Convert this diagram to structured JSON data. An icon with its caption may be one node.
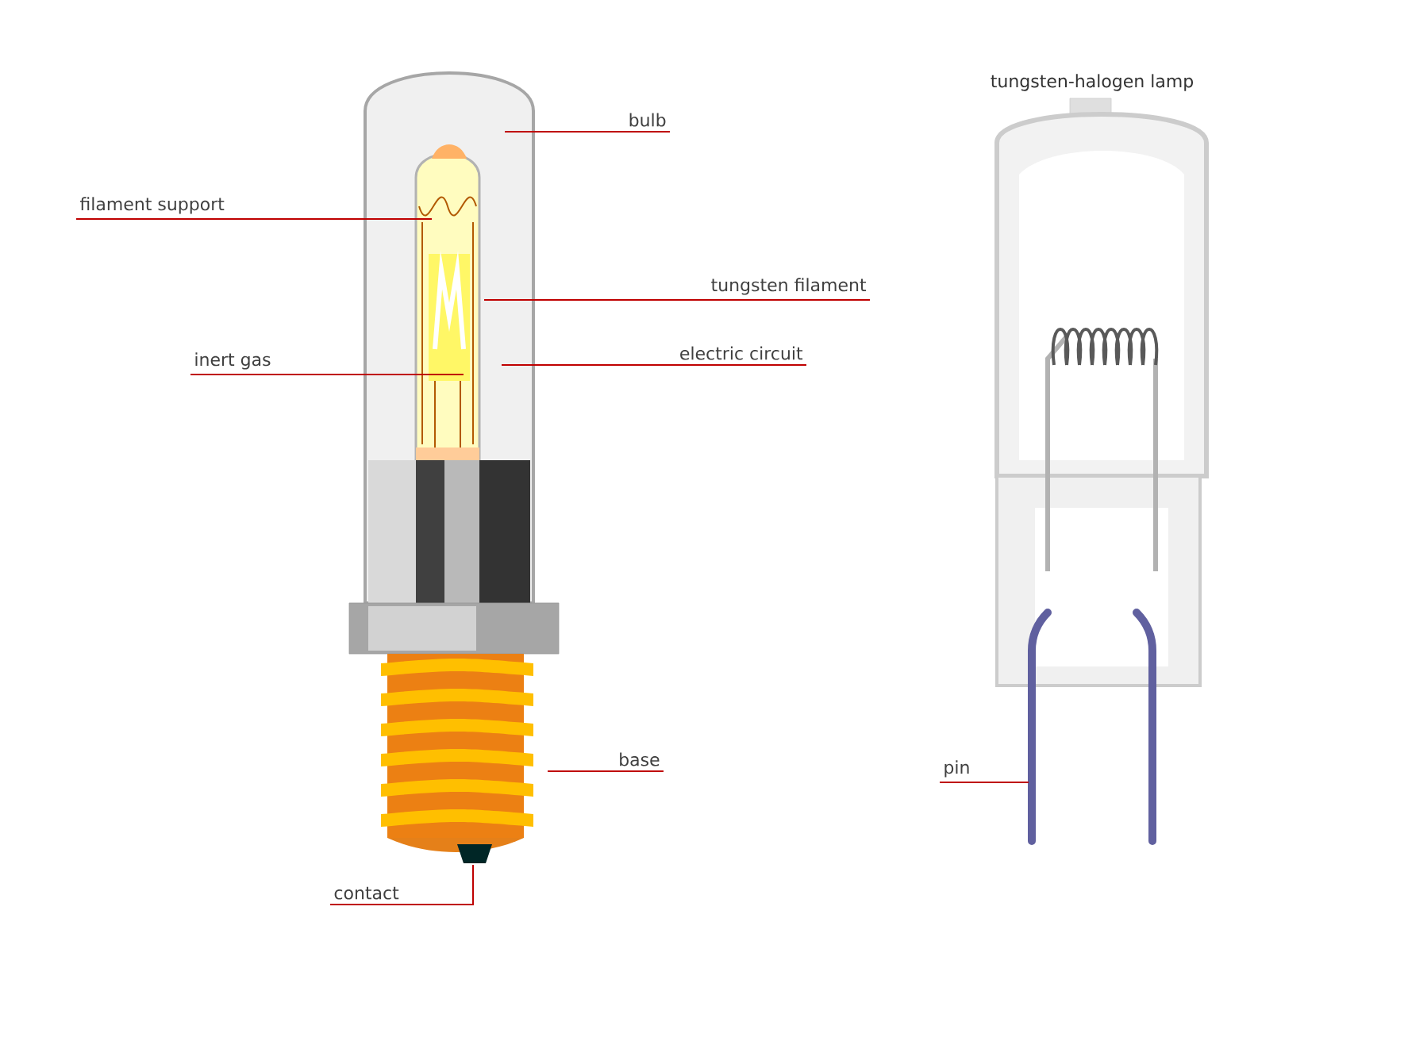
{
  "diagram": {
    "nodes": [
      {
        "text": [
          "bulb"
        ]
      },
      {
        "text": [
          "filament support"
        ]
      },
      {
        "text": [
          "tungsten filament"
        ]
      },
      {
        "text": [
          "inert gas"
        ]
      },
      {
        "text": [
          "electric circuit"
        ]
      },
      {
        "text": [
          "base"
        ]
      },
      {
        "text": [
          "contact"
        ]
      },
      {
        "text": [
          "pin"
        ]
      },
      {
        "text": [],
        "shape": "picture"
      },
      {
        "text": [],
        "shape": "picture"
      }
    ],
    "edges": [
      {
        "from": 0,
        "to": 8,
        "arrow": "none"
      },
      {
        "from": 1,
        "to": 8,
        "arrow": "none"
      },
      {
        "from": 2,
        "to": 8,
        "arrow": "none"
      },
      {
        "from": 3,
        "to": 8,
        "arrow": "none"
      },
      {
        "from": 4,
        "to": 8,
        "arrow": "none"
      },
      {
        "from": 5,
        "to": 8,
        "arrow": "none"
      },
      {
        "from": 6,
        "to": 8,
        "arrow": "none"
      },
      {
        "from": 7,
        "to": 9,
        "arrow": "none"
      }
    ],
    "labels": [
      "tungsten-halogen lamp"
    ]
  }
}
